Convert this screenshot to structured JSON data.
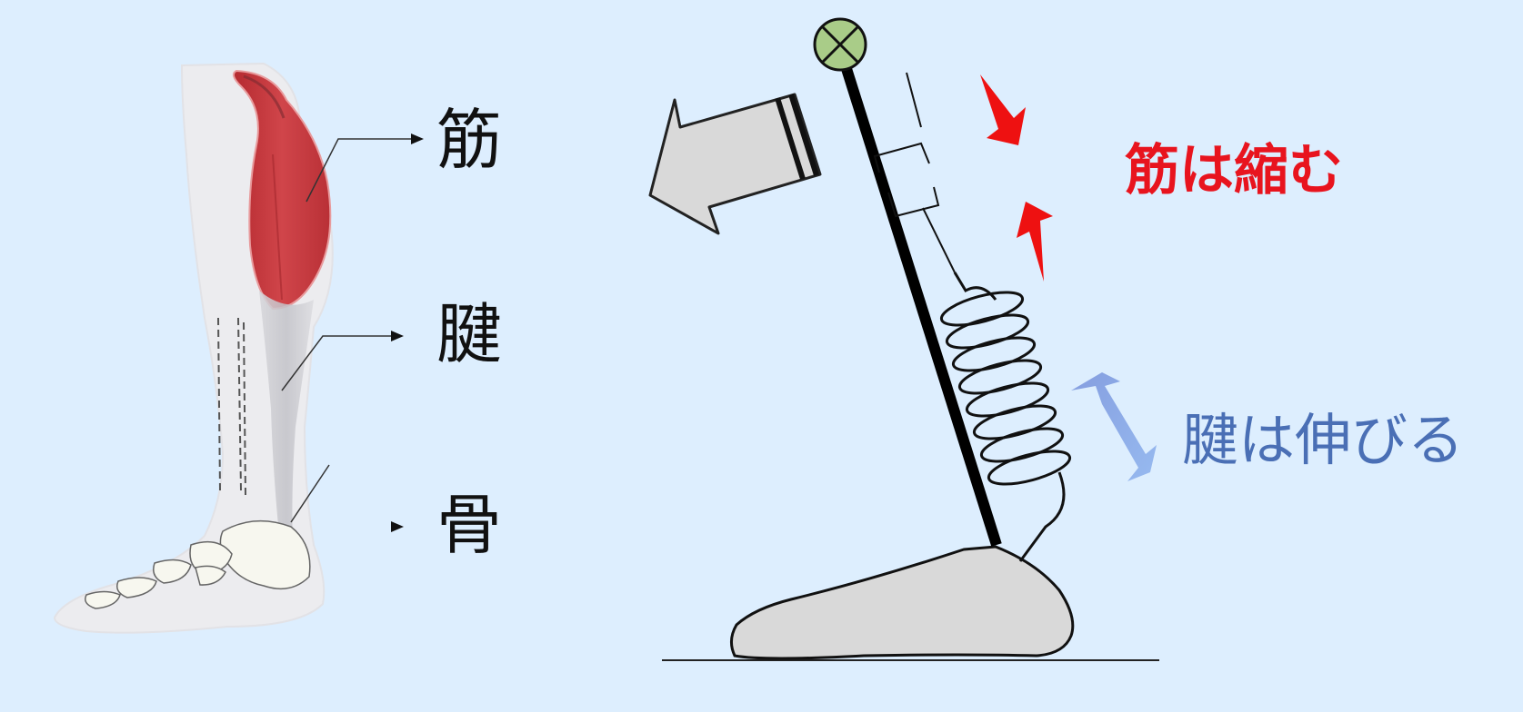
{
  "colors": {
    "background": "#ddeefe",
    "muscle": "#c8373c",
    "muscle_dark": "#a02028",
    "skin": "#eeeeef",
    "bone": "#f6f6ee",
    "pivot": "#a9cc88",
    "gray_fill": "#d9d9d9",
    "red_arrow": "#ee1111",
    "blue_arrow": "#7f9fe3",
    "muscle_text": "#e8141e",
    "tendon_text": "#4a6fb5"
  },
  "left_figure": {
    "title": "leg anatomy illustration",
    "labels": [
      {
        "id": "muscle",
        "text": "筋"
      },
      {
        "id": "tendon",
        "text": "腱"
      },
      {
        "id": "bone",
        "text": "骨"
      }
    ]
  },
  "right_figure": {
    "title": "lever model of ankle",
    "muscle_caption": "筋は縮む",
    "tendon_caption": "腱は伸びる"
  }
}
